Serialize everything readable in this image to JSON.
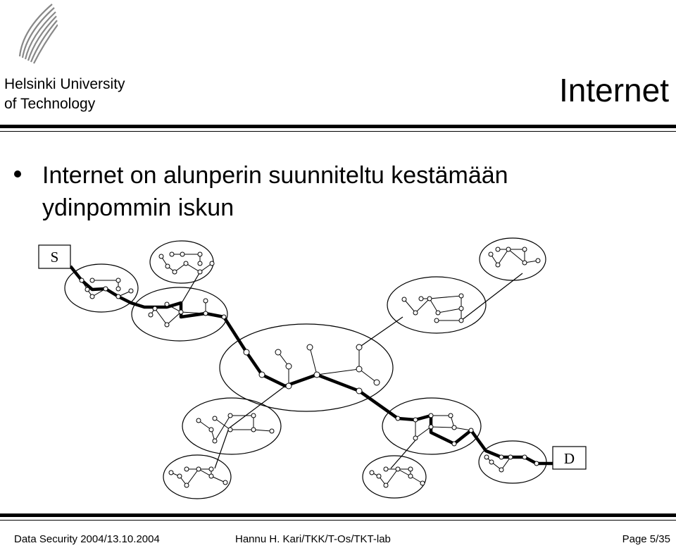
{
  "header": {
    "university_line1": "Helsinki University",
    "university_line2": "of Technology",
    "title": "Internet"
  },
  "bullets": [
    {
      "text": "Internet on alunperin suunniteltu kestämään ydinpommin iskun"
    }
  ],
  "diagram": {
    "source_label": "S",
    "destination_label": "D"
  },
  "footer": {
    "left": "Data Security 2004/13.10.2004",
    "center": "Hannu H. Kari/TKK/T-Os/TKT-lab",
    "right": "Page 5/35"
  }
}
